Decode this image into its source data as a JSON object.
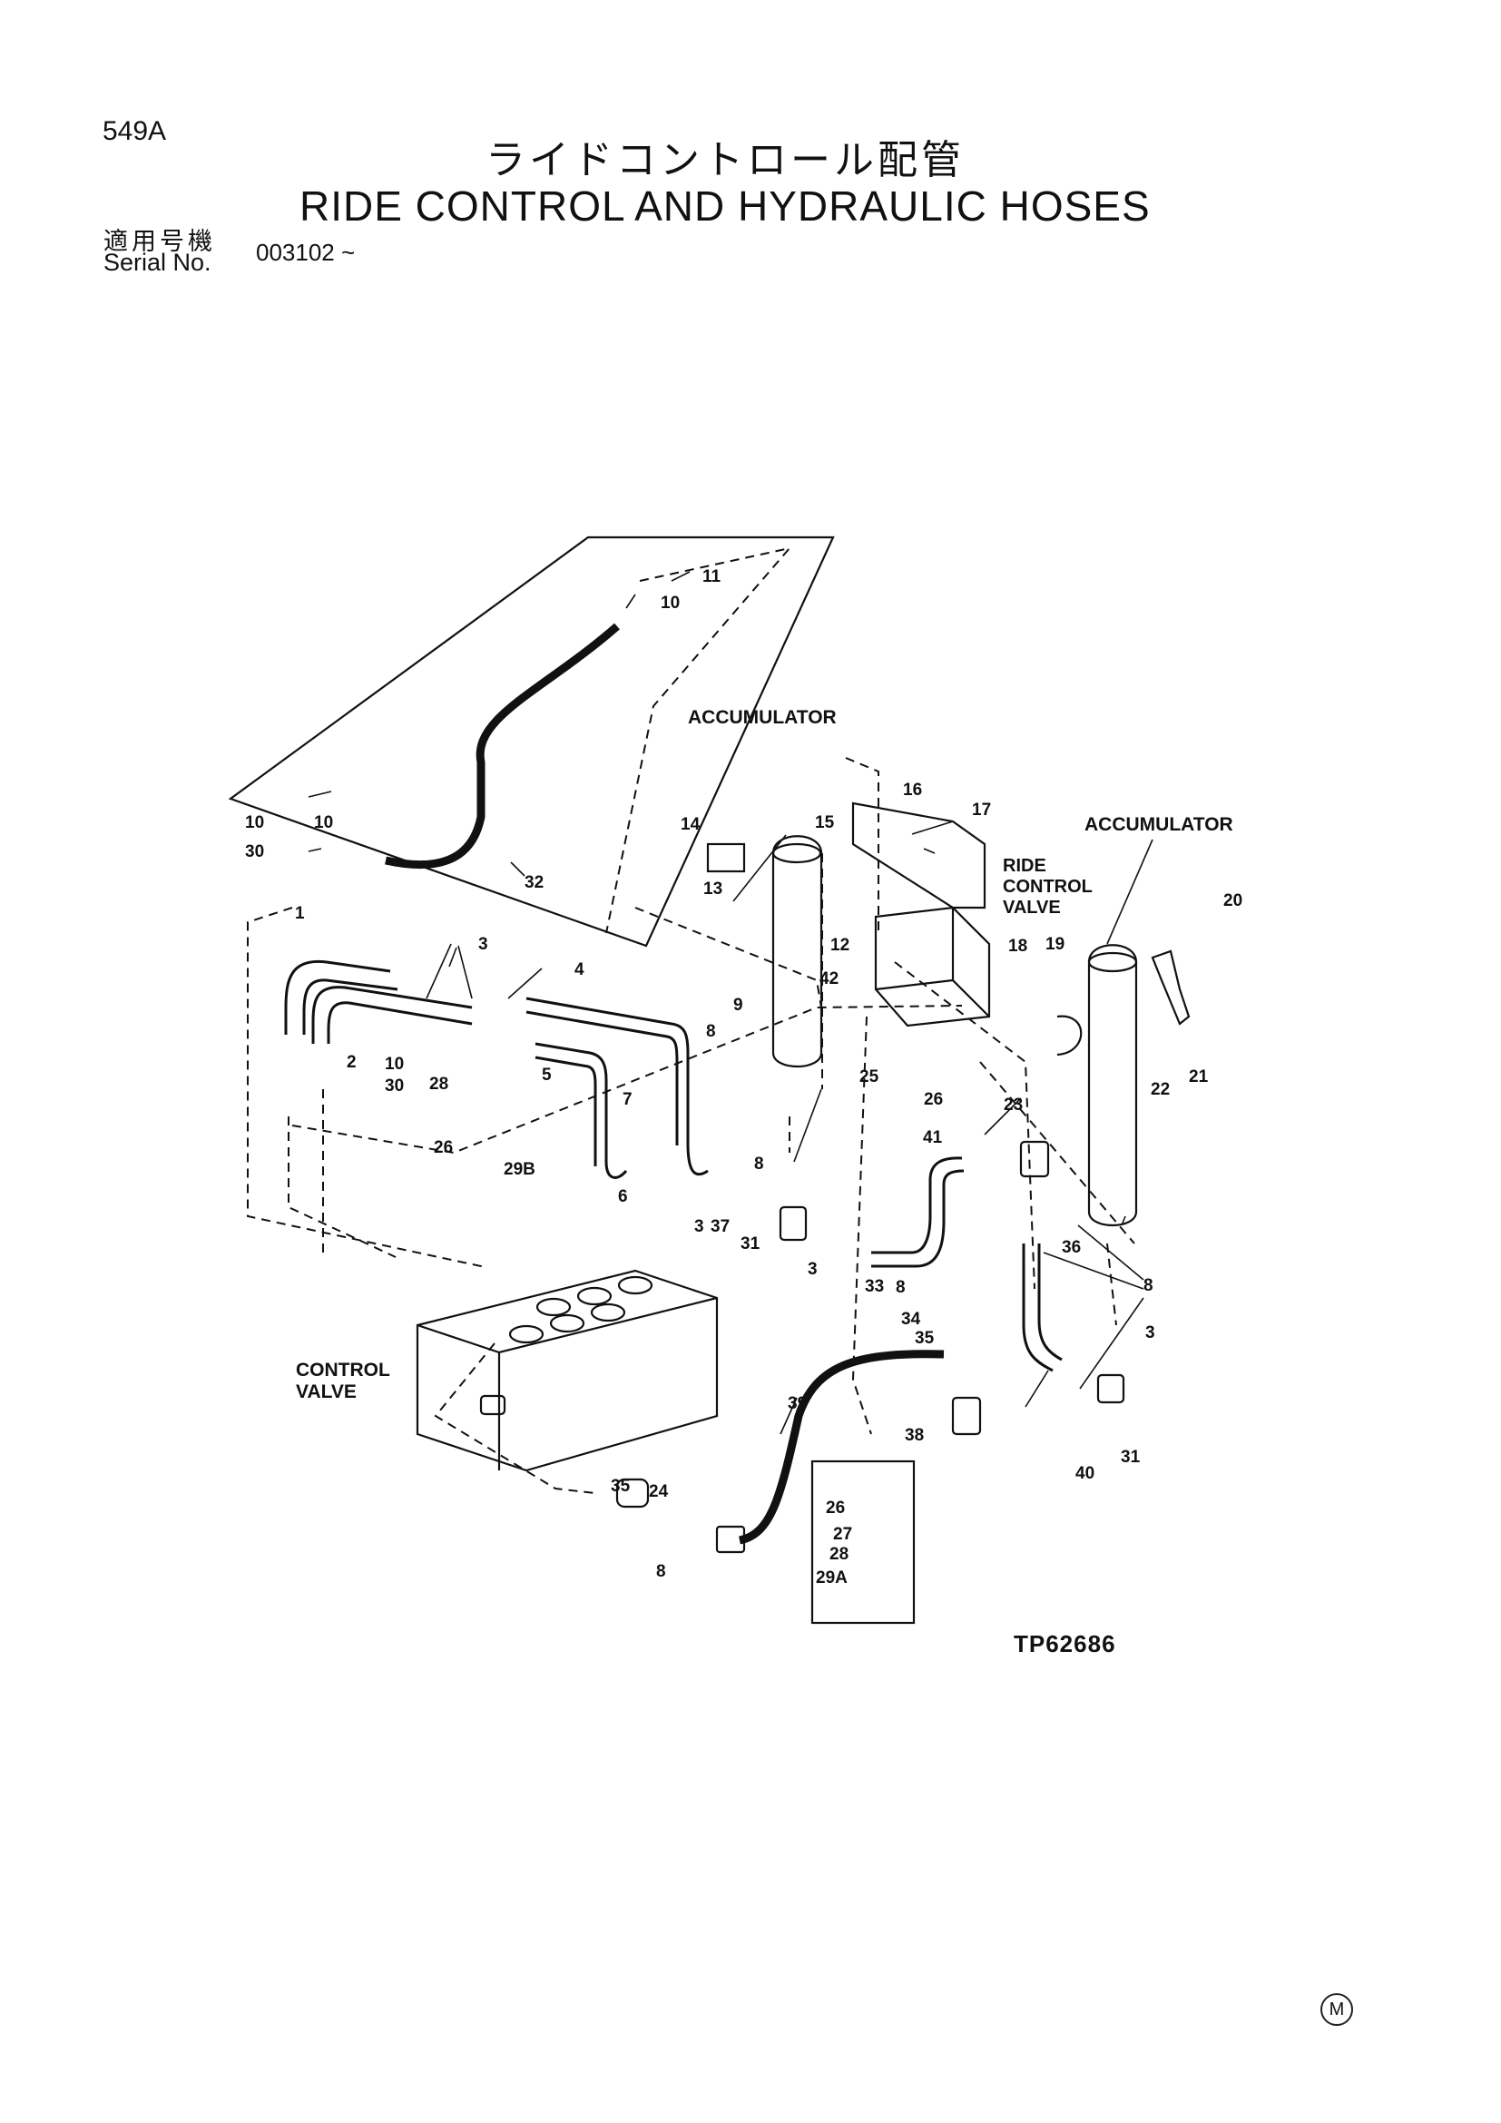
{
  "page_number": "549A",
  "title_jp": "ライドコントロール配管",
  "title_en": "RIDE CONTROL AND HYDRAULIC HOSES",
  "serial_label_jp": "適用号機",
  "serial_label_en": "Serial No.",
  "serial_value": "003102 ~",
  "figure_code": "TP62686",
  "mark": "M",
  "component_labels": {
    "accumulator_1": "ACCUMULATOR",
    "accumulator_2": "ACCUMULATOR",
    "ride_control_valve": [
      "RIDE",
      "CONTROL",
      "VALVE"
    ],
    "control_valve": [
      "CONTROL",
      "VALVE"
    ]
  },
  "callouts": [
    "11",
    "10",
    "10",
    "10",
    "30",
    "32",
    "1",
    "3",
    "4",
    "2",
    "10",
    "30",
    "28",
    "26",
    "29B",
    "5",
    "7",
    "6",
    "9",
    "8",
    "3",
    "37",
    "8",
    "31",
    "3",
    "14",
    "13",
    "15",
    "16",
    "17",
    "12",
    "42",
    "25",
    "26",
    "41",
    "23",
    "33",
    "8",
    "34",
    "35",
    "36",
    "8",
    "3",
    "40",
    "31",
    "18",
    "19",
    "20",
    "22",
    "21",
    "39",
    "38",
    "35",
    "24",
    "8",
    "26",
    "27",
    "28",
    "29A"
  ]
}
